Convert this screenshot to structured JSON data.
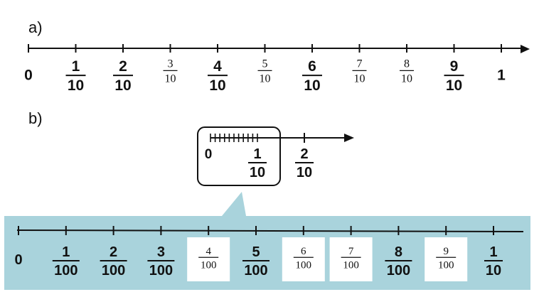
{
  "part_a": {
    "label": "a)",
    "ticks": [
      {
        "whole": "0",
        "bold": true
      },
      {
        "num": "1",
        "den": "10",
        "bold": true
      },
      {
        "num": "2",
        "den": "10",
        "bold": true
      },
      {
        "num": "3",
        "den": "10",
        "bold": false
      },
      {
        "num": "4",
        "den": "10",
        "bold": true
      },
      {
        "num": "5",
        "den": "10",
        "bold": false
      },
      {
        "num": "6",
        "den": "10",
        "bold": true
      },
      {
        "num": "7",
        "den": "10",
        "bold": false
      },
      {
        "num": "8",
        "den": "10",
        "bold": false
      },
      {
        "num": "9",
        "den": "10",
        "bold": true
      },
      {
        "whole": "1",
        "bold": true
      }
    ]
  },
  "part_b": {
    "label": "b)",
    "zoom_labels": [
      {
        "whole": "0"
      },
      {
        "num": "1",
        "den": "10"
      },
      {
        "num": "2",
        "den": "10"
      }
    ],
    "hundredths": [
      {
        "whole": "0",
        "boxed": false
      },
      {
        "num": "1",
        "den": "100",
        "boxed": false
      },
      {
        "num": "2",
        "den": "100",
        "boxed": false
      },
      {
        "num": "3",
        "den": "100",
        "boxed": false
      },
      {
        "num": "4",
        "den": "100",
        "boxed": true
      },
      {
        "num": "5",
        "den": "100",
        "boxed": false
      },
      {
        "num": "6",
        "den": "100",
        "boxed": true
      },
      {
        "num": "7",
        "den": "100",
        "boxed": true
      },
      {
        "num": "8",
        "den": "100",
        "boxed": false
      },
      {
        "num": "9",
        "den": "100",
        "boxed": true
      },
      {
        "num": "1",
        "den": "10",
        "boxed": false
      }
    ]
  },
  "colors": {
    "line": "#111111",
    "panel": "#a9d3dc",
    "panel_edge": "#7fb7c4",
    "label_box": "#ffffff"
  }
}
